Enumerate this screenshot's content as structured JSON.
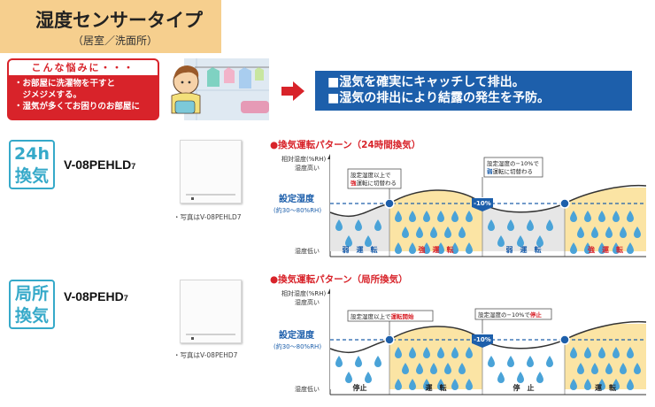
{
  "header": {
    "title": "湿度センサータイプ",
    "subtitle": "（居室／洗面所）"
  },
  "worry": {
    "heading": "こんな悩みに・・・",
    "lines": [
      "・お部屋に洗濯物を干すと",
      "　ジメジメする。",
      "・湿気が多くてお困りのお部屋に"
    ]
  },
  "benefits": [
    "■湿気を確実にキャッチして排出。",
    "■湿気の排出により結露の発生を予防。"
  ],
  "products": [
    {
      "badge_line1": "24h",
      "badge_line2": "換気",
      "model": "V-08PEHLD",
      "model_suffix": "7",
      "caption": "・写真はV-08PEHLD",
      "caption_suffix": "7",
      "pattern_title": "●換気運転パターン（24時間換気）",
      "axis_label": "相対湿度(%RH)",
      "high_label": "湿度高い",
      "low_label": "湿度低い",
      "setpoint_label": "設定湿度",
      "setpoint_range": "(約30～80%RH)",
      "callout1_line1": "設定湿度以上で",
      "callout1_hl": "強",
      "callout1_line2": "運転に切替わる",
      "callout2_line1": "設定湿度の−10%で",
      "callout2_hl": "弱",
      "callout2_line2": "運転に切替わる",
      "marker": "-10%",
      "phases": [
        "弱　運　転",
        "強　運　転",
        "弱　運　転",
        "強　運　転"
      ],
      "phase_colors": [
        "#1d5fab",
        "#d8232a",
        "#1d5fab",
        "#d8232a"
      ]
    },
    {
      "badge_line1": "局所",
      "badge_line2": "換気",
      "model": "V-08PEHD",
      "model_suffix": "7",
      "caption": "・写真はV-08PEHD",
      "caption_suffix": "7",
      "pattern_title": "●換気運転パターン（局所換気）",
      "axis_label": "相対湿度(%RH)",
      "high_label": "湿度高い",
      "low_label": "湿度低い",
      "setpoint_label": "設定湿度",
      "setpoint_range": "(約30～80%RH)",
      "callout1_line1": "設定湿度以上で",
      "callout1_hl": "運転開始",
      "callout1_line2": "",
      "callout2_line1": "設定湿度の−10%で",
      "callout2_hl": "停止",
      "callout2_line2": "",
      "marker": "-10%",
      "phases": [
        "停止",
        "運　転",
        "停　止",
        "運　転"
      ],
      "phase_colors": [
        "#222222",
        "#222222",
        "#222222",
        "#222222"
      ]
    }
  ],
  "colors": {
    "title_bg": "#f6cf8e",
    "red": "#d8232a",
    "blue": "#1d5fab",
    "badge": "#35a9c9",
    "high_zone": "#fbe4a4",
    "low_zone": "#e6e6e6",
    "drop": "#4aa3d8"
  }
}
